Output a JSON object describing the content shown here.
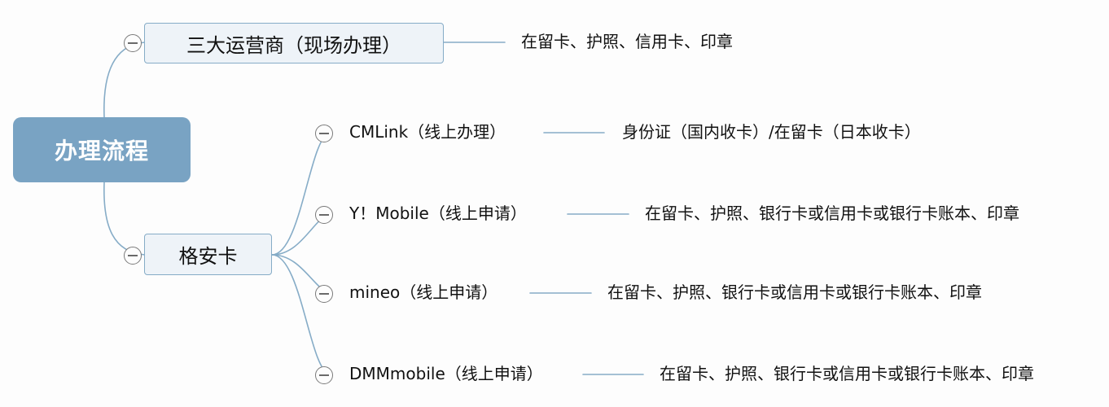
{
  "root": {
    "label": "办理流程"
  },
  "carriers": {
    "label": "三大运营商（现场办理）",
    "documents": "在留卡、护照、信用卡、印章"
  },
  "mvno": {
    "label": "格安卡",
    "items": [
      {
        "name": "CMLink（线上办理）",
        "documents": "身份证（国内收卡）/在留卡（日本收卡）"
      },
      {
        "name": "Y！Mobile（线上申请）",
        "documents": "在留卡、护照、银行卡或信用卡或银行卡账本、印章"
      },
      {
        "name": "mineo（线上申请）",
        "documents": "在留卡、护照、银行卡或信用卡或银行卡账本、印章"
      },
      {
        "name": "DMMmobile（线上申请）",
        "documents": "在留卡、护照、银行卡或信用卡或银行卡账本、印章"
      }
    ]
  },
  "colors": {
    "root_fill": "#79a3c3",
    "branch_fill": "#eef3f8",
    "connector": "#86acc7"
  }
}
